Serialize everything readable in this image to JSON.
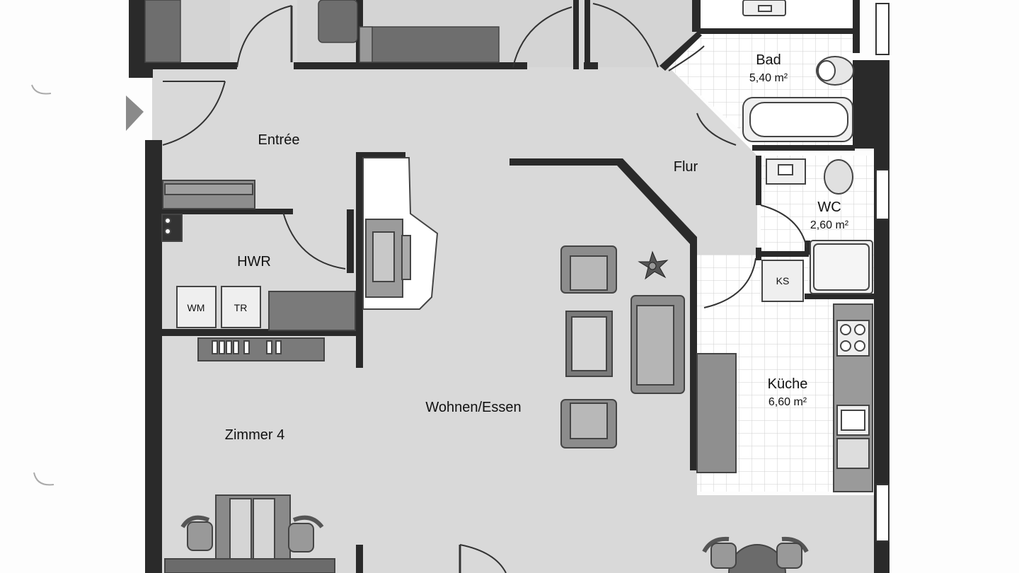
{
  "rooms": {
    "bad": {
      "name": "Bad",
      "area": "5,40 m²"
    },
    "entree": {
      "name": "Entrée"
    },
    "flur": {
      "name": "Flur"
    },
    "wc": {
      "name": "WC",
      "area": "2,60 m²"
    },
    "hwr": {
      "name": "HWR"
    },
    "kueche": {
      "name": "Küche",
      "area": "6,60 m²"
    },
    "wohnen": {
      "name": "Wohnen/Essen"
    },
    "zimmer4": {
      "name": "Zimmer 4"
    }
  },
  "appliances": {
    "wm": "WM",
    "tr": "TR",
    "ks": "KS"
  }
}
